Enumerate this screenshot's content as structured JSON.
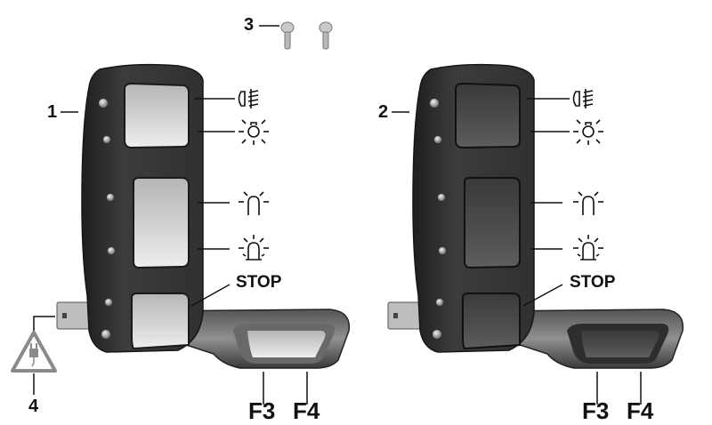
{
  "diagram": {
    "callouts": {
      "screws": "3",
      "switch_light": "1",
      "switch_dark": "2",
      "connector_warning": "4"
    },
    "function_labels": {
      "stop": "STOP",
      "f3": "F3",
      "f4": "F4"
    },
    "symbols": [
      {
        "name": "high-beam-fog-icon",
        "meaning": "headlight / fog light"
      },
      {
        "name": "light-bulb-icon",
        "meaning": "light bulb"
      },
      {
        "name": "beacon-off-icon",
        "meaning": "beacon light"
      },
      {
        "name": "beacon-flashing-icon",
        "meaning": "flashing beacon"
      }
    ],
    "warning_symbol": "plug-warning-triangle-icon",
    "colors": {
      "housing": "#3a3a3c",
      "button_light": "#d9dadc",
      "button_dark": "#4a4a4c",
      "line": "#111111"
    }
  }
}
